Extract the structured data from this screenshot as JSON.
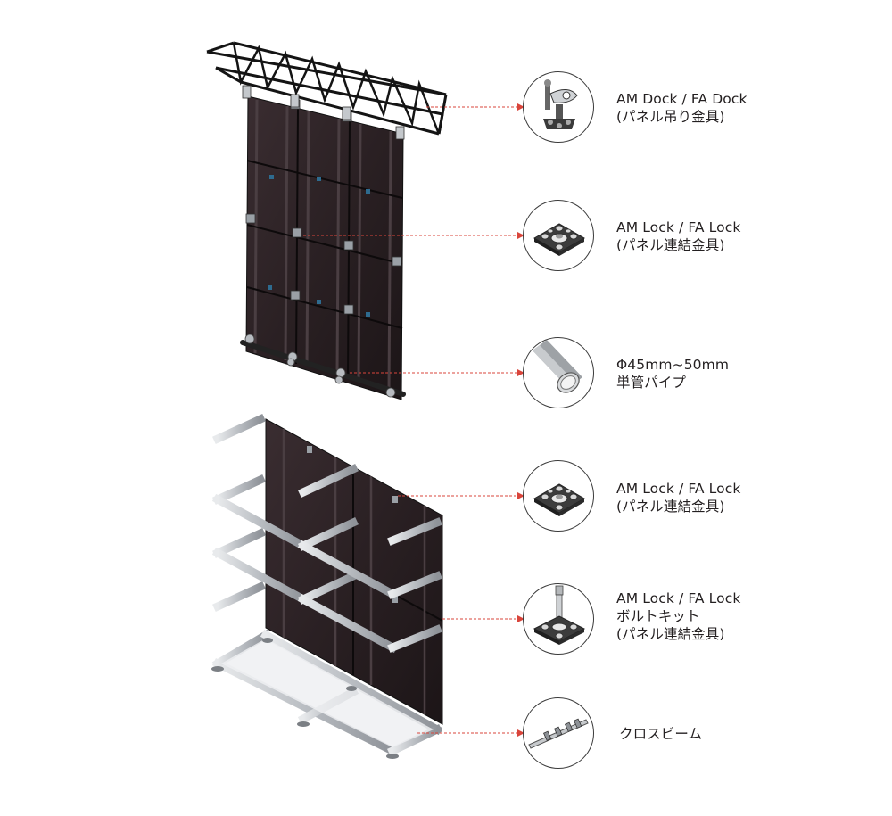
{
  "callouts": [
    {
      "icon": "truss-clamp-icon",
      "lines": [
        "AM Dock / FA Dock",
        "(パネル吊り金具)"
      ]
    },
    {
      "icon": "lock-plate-icon",
      "lines": [
        "AM Lock / FA Lock",
        "(パネル連結金具)"
      ]
    },
    {
      "icon": "pipe-icon",
      "lines": [
        "Φ45mm~50mm",
        "単管パイプ"
      ]
    },
    {
      "icon": "lock-plate-icon",
      "lines": [
        "AM Lock / FA Lock",
        "(パネル連結金具)"
      ]
    },
    {
      "icon": "bolt-kit-icon",
      "lines": [
        "AM Lock / FA Lock",
        "ボルトキット",
        "(パネル連結金具)"
      ]
    },
    {
      "icon": "cross-beam-icon",
      "lines": [
        "クロスビーム"
      ]
    }
  ],
  "colors": {
    "leader_line": "#d9453b",
    "panel": "#2a2023",
    "truss": "#151515",
    "frame": "#c9ccd0"
  }
}
